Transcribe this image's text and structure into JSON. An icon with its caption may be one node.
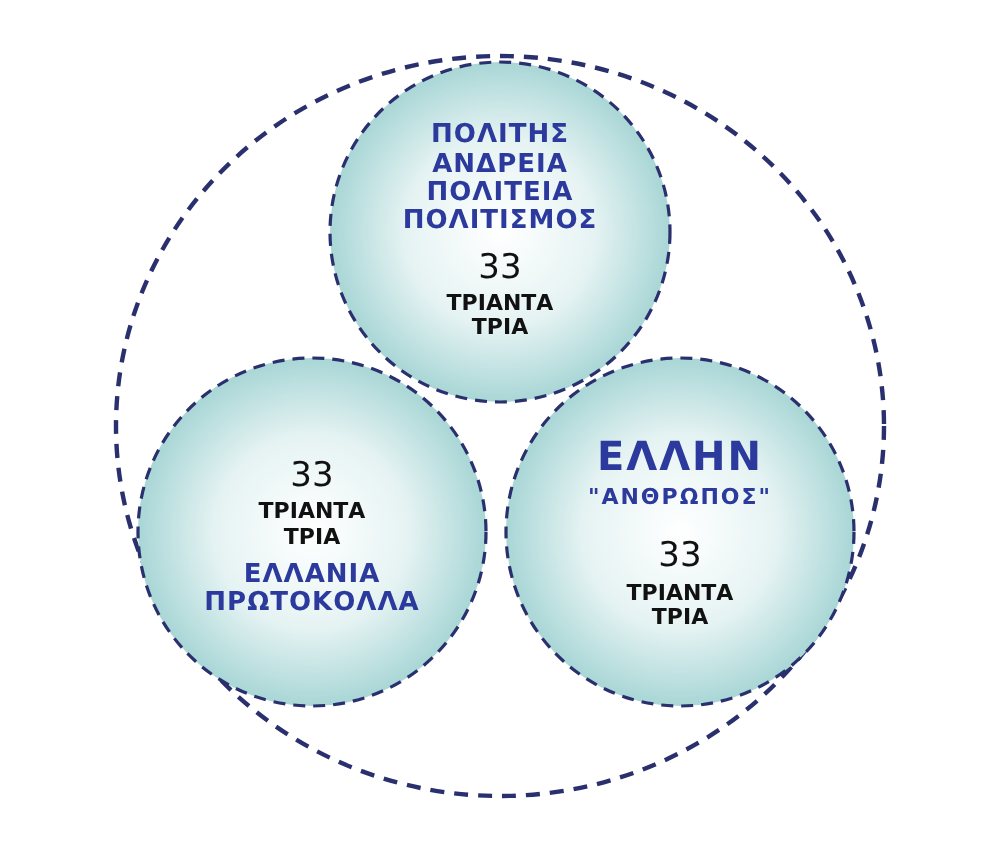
{
  "diagram": {
    "nodes": [
      {
        "text": [],
        "shape": "circle"
      },
      {
        "text": [
          "ΠΟΛΙΤΗΣ",
          "ΑΝΔΡΕΙΑ",
          "ΠΟΛΙΤΕΙΑ",
          "ΠΟΛΙΤΙΣΜΟΣ",
          "33",
          "ΤΡΙΑΝΤΑ ΤΡΙΑ"
        ],
        "in": 0
      },
      {
        "text": [
          "33",
          "ΤΡΙΑΝΤΑ ΤΡΙΑ",
          "ΕΛΛΑΝΙΑ",
          "ΠΡΩΤΟΚΟΛΛΑ"
        ],
        "in": 0
      },
      {
        "text": [
          "ΕΛΛΗΝ",
          "\"ΑΝΘΡΩΠΟΣ\"",
          "33",
          "ΤΡΙΑΝΤΑ ΤΡΙΑ"
        ],
        "in": 0
      }
    ]
  }
}
